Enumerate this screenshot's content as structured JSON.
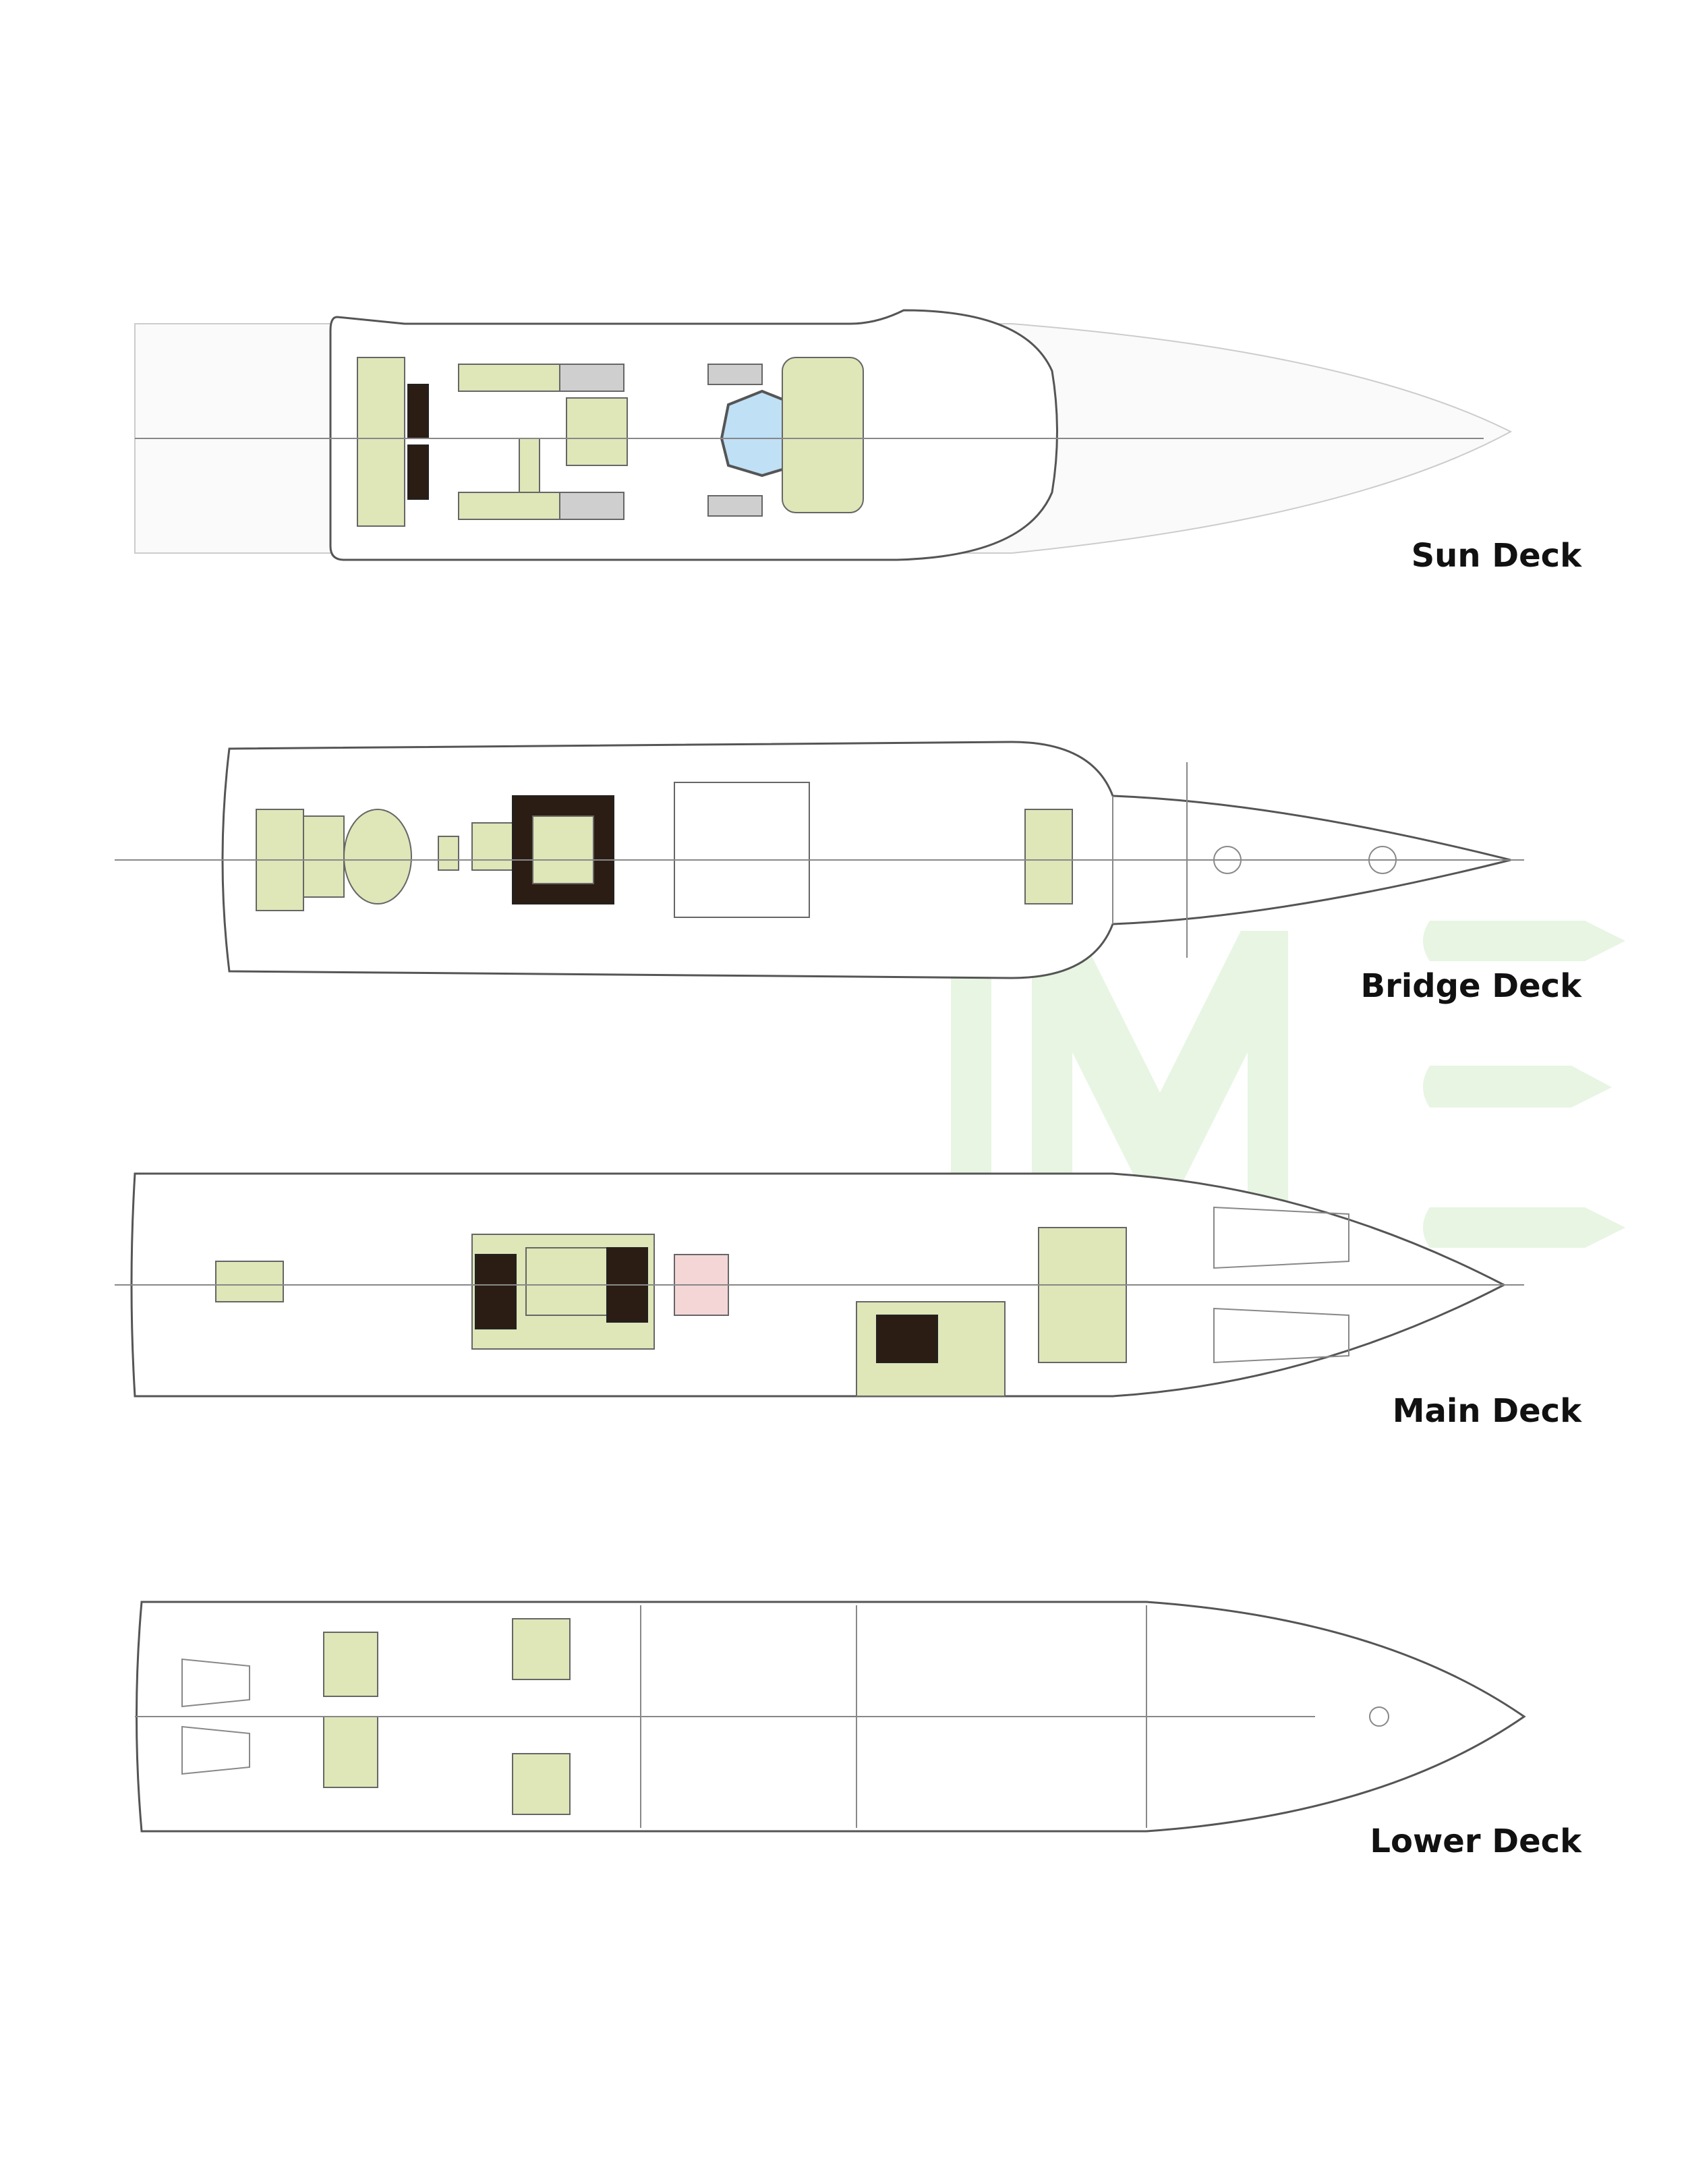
{
  "decks": [
    {
      "name": "Sun Deck"
    },
    {
      "name": "Bridge Deck"
    },
    {
      "name": "Main Deck"
    },
    {
      "name": "Lower Deck"
    }
  ],
  "colors": {
    "furniture_fill": "#dfe6b8",
    "pool": "#bfe0f5",
    "watermark": "#dff2d8",
    "label": "#111111"
  }
}
